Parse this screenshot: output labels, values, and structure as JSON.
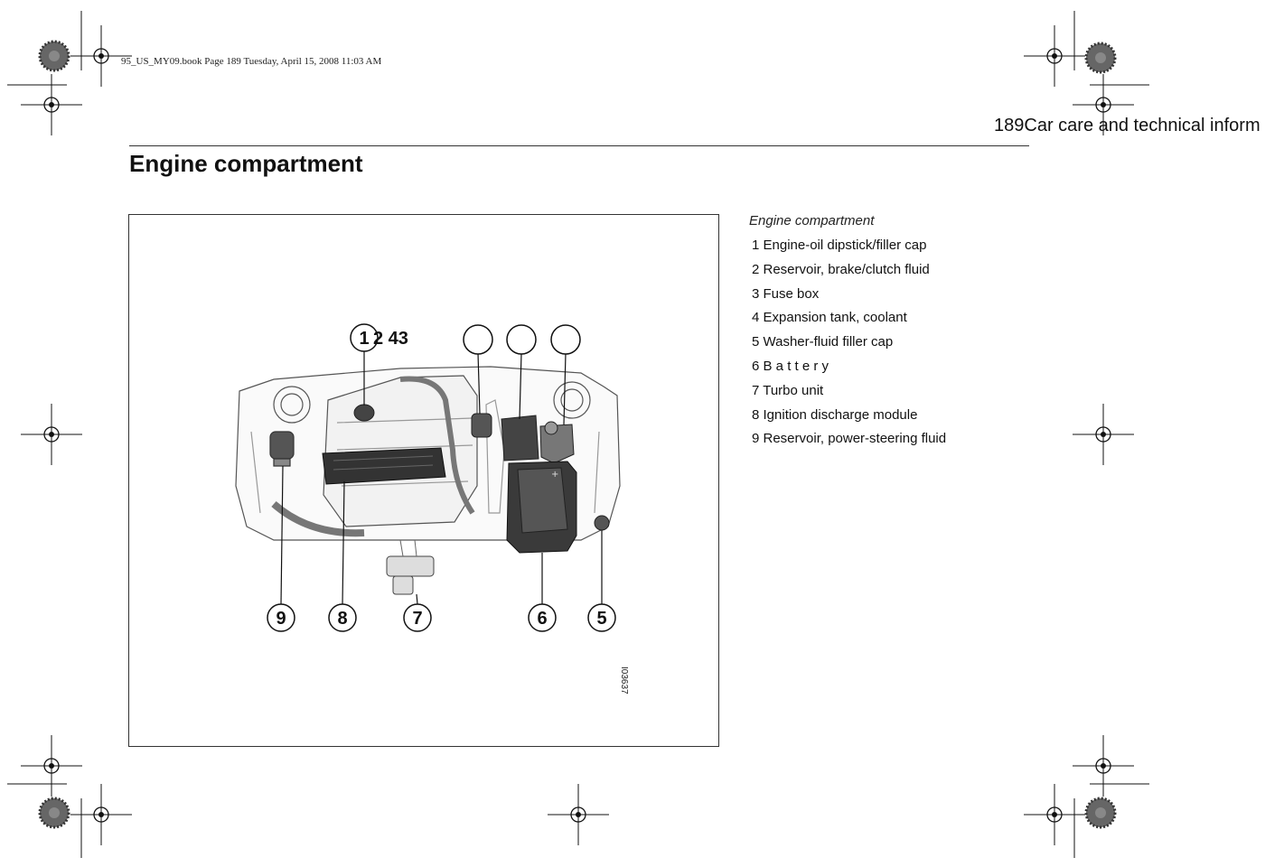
{
  "slug": "95_US_MY09.book  Page 189  Tuesday, April 15, 2008  11:03 AM",
  "running_head": {
    "page_number": "189",
    "section": "Car care and technical inform"
  },
  "title": "Engine compartment",
  "figure": {
    "top_label_1": "1",
    "top_label_rest": "2 43",
    "bottom_labels": [
      "9",
      "8",
      "7",
      "6",
      "5"
    ],
    "figure_code": "I03637"
  },
  "caption": "Engine compartment",
  "legend": [
    "1 Engine-oil dipstick/filler cap",
    "2 Reservoir, brake/clutch fluid",
    "3 Fuse box",
    "4 Expansion tank, coolant",
    "5 Washer-fluid filler cap",
    "6 B a t t e r y",
    "7 Turbo unit",
    "8 Ignition discharge module",
    "9 Reservoir, power-steering fluid"
  ]
}
